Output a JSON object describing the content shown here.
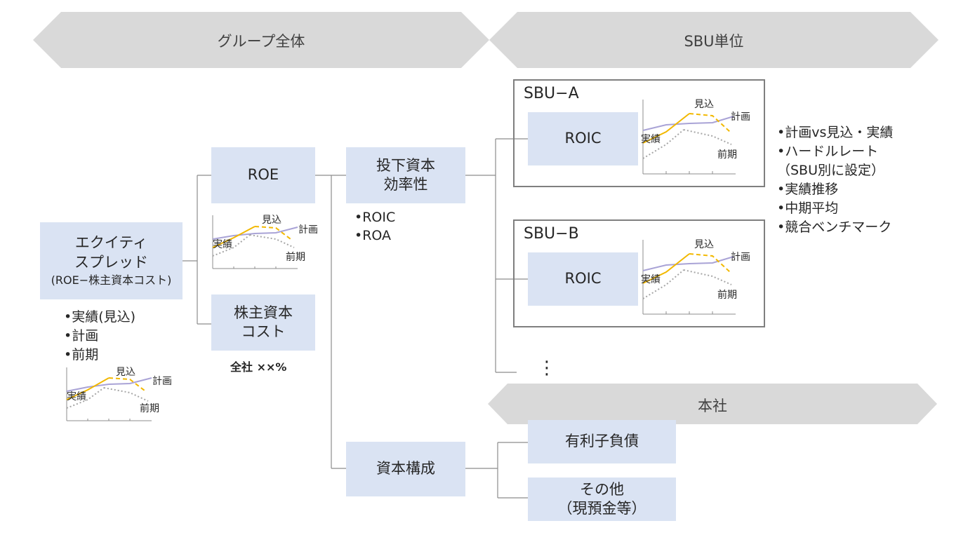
{
  "banners": {
    "group": "グループ全体",
    "sbu": "SBU単位",
    "hq": "本社"
  },
  "boxes": {
    "equity_spread": {
      "line1": "エクイティ",
      "line2": "スプレッド",
      "sub": "(ROE−株主資本コスト)"
    },
    "roe": "ROE",
    "cost_of_equity": {
      "line1": "株主資本",
      "line2": "コスト"
    },
    "capital_efficiency": {
      "line1": "投下資本",
      "line2": "効率性"
    },
    "capital_structure": "資本構成",
    "interest_bearing_debt": "有利子負債",
    "other": {
      "line1": "その他",
      "line2": "（現預金等）"
    }
  },
  "sbu_frames": [
    {
      "label": "SBU−A",
      "box": "ROIC"
    },
    {
      "label": "SBU−B",
      "box": "ROIC"
    }
  ],
  "lists": {
    "equity_spread_items": [
      "•実績(見込)",
      "•計画",
      "•前期"
    ],
    "capital_efficiency_items": [
      "•ROIC",
      "•ROA"
    ],
    "sbu_items": [
      "•計画vs見込・実績",
      "•ハードルレート",
      "（SBU別に設定）",
      "•実績推移",
      "•中期平均",
      "•競合ベンチマーク"
    ]
  },
  "notes": {
    "cost_of_equity_value": "全社 ××%"
  },
  "mini_chart_labels": {
    "actual": "実績",
    "forecast": "見込",
    "plan": "計画",
    "previous": "前期"
  },
  "more_indicator": "⋮",
  "colors": {
    "box_fill": "#dae3f3",
    "banner_fill": "#d9d9d9",
    "actual_line": "#f2b800",
    "plan_line": "#a9a3d6",
    "previous_line": "#a6a6a6",
    "frame_border": "#7f7f7f"
  }
}
